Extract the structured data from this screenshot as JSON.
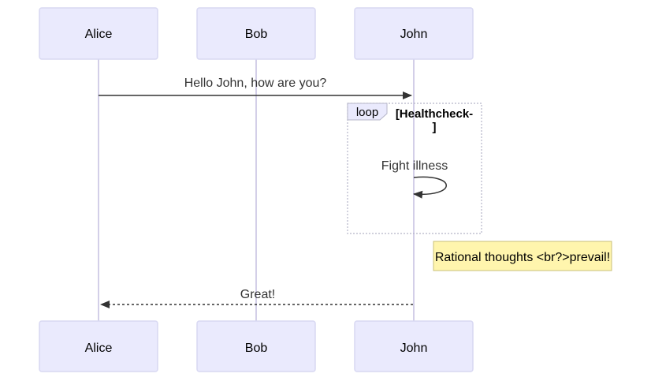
{
  "actors": [
    {
      "id": "alice",
      "label": "Alice"
    },
    {
      "id": "bob",
      "label": "Bob"
    },
    {
      "id": "john",
      "label": "John"
    }
  ],
  "messages": [
    {
      "from": "alice",
      "to": "john",
      "text": "Hello John, how are you?",
      "style": "solid"
    },
    {
      "from": "john",
      "to": "john",
      "text": "Fight illness",
      "style": "solid"
    },
    {
      "from": "john",
      "to": "alice",
      "text": "Great!",
      "style": "dashed"
    }
  ],
  "loop": {
    "label": "loop",
    "condition_line1": "[Healthcheck-",
    "condition_line2": "]"
  },
  "note": {
    "text": "Rational thoughts <br?>prevail!"
  },
  "colors": {
    "actor_fill": "#eaeafd",
    "lifeline": "#d3cfe8",
    "note_fill": "#fff5ad"
  }
}
